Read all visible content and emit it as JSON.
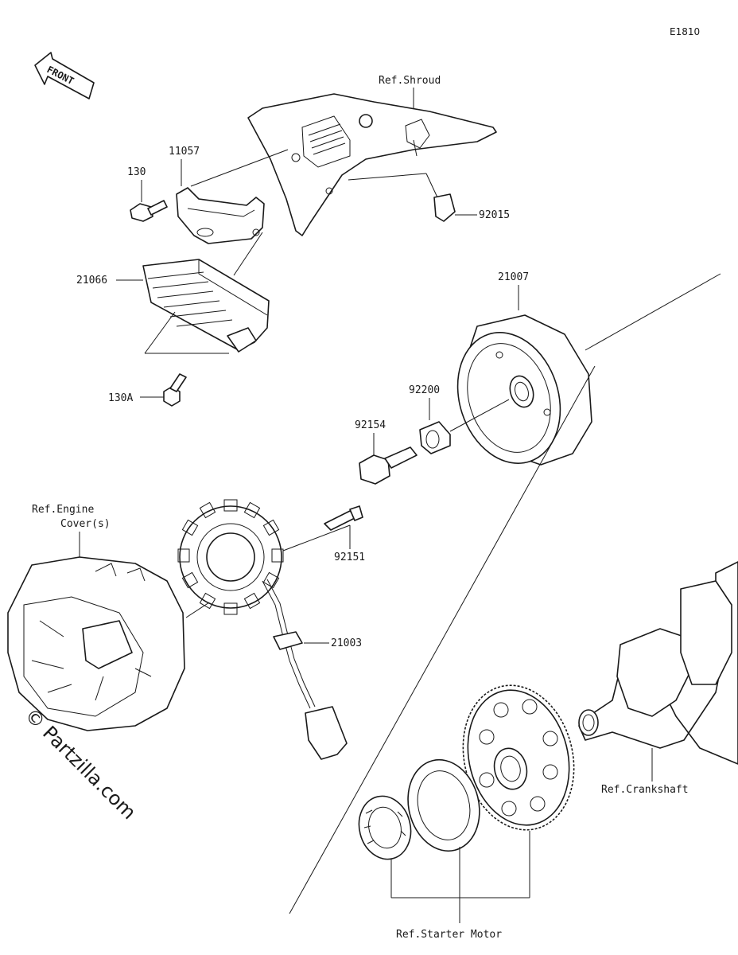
{
  "diagram_code": "E1810",
  "front_arrow": {
    "text": "FRONT"
  },
  "watermark": "© Partzilla.com",
  "refs": {
    "shroud": "Ref.Shroud",
    "engine_cover_1": "Ref.Engine",
    "engine_cover_2": "Cover(s)",
    "crankshaft": "Ref.Crankshaft",
    "starter_motor": "Ref.Starter Motor"
  },
  "parts": {
    "p130": "130",
    "p11057": "11057",
    "p92015": "92015",
    "p21066": "21066",
    "p21007": "21007",
    "p130a": "130A",
    "p92200": "92200",
    "p92154": "92154",
    "p92151": "92151",
    "p21003": "21003"
  },
  "colors": {
    "line": "#1a1a1a",
    "background": "#ffffff"
  }
}
